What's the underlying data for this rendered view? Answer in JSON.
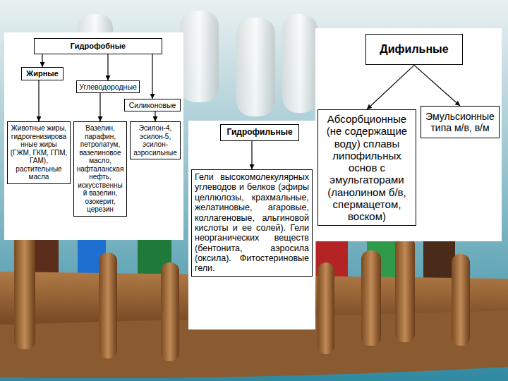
{
  "diagram": {
    "nodes": [
      {
        "text": [
          "Гидрофобные"
        ]
      },
      {
        "text": [
          "Жирные"
        ]
      },
      {
        "text": [
          "Углеводородные"
        ]
      },
      {
        "text": [
          "Силиконовые"
        ]
      },
      {
        "text": [
          "Животные жиры, гидрогенизированные жиры (ГЖМ, ГКМ, ГПМ, ГАМ), растительные масла"
        ]
      },
      {
        "text": [
          "Вазелин, парафин, петролатум, вазелиновое масло, нафталанская нефть, искусственный вазелин, озокерит, церезин"
        ]
      },
      {
        "text": [
          "Эсилон-4, эсилон-5, эсилон-аэросильные"
        ]
      },
      {
        "text": [
          "Гидрофильные"
        ]
      },
      {
        "text": [
          "Гели высокомолекулярных углеводов и белков (эфиры целлюлозы, крахмальные, желатиновые, агаровые, коллагеновые, альгиновой кислоты и ее солей). Гели неорганических веществ (бентонита, аэросила (оксила). Фитостериновые гели."
        ]
      },
      {
        "text": [
          "Дифильные"
        ]
      },
      {
        "text": [
          "Абсорбционные (не содержащие воду) сплавы липофильных основ с эмульгаторами (ланолином б/в, спермацетом, воском)"
        ]
      },
      {
        "text": [
          "Эмульсионные типа м/в, в/м"
        ]
      }
    ],
    "edges": [
      {
        "from": 0,
        "to": 1,
        "arrow": "to"
      },
      {
        "from": 0,
        "to": 2,
        "arrow": "to"
      },
      {
        "from": 0,
        "to": 3,
        "arrow": "to"
      },
      {
        "from": 1,
        "to": 4,
        "arrow": "to"
      },
      {
        "from": 2,
        "to": 5,
        "arrow": "to"
      },
      {
        "from": 3,
        "to": 6,
        "arrow": "to"
      },
      {
        "from": 7,
        "to": 8,
        "arrow": "to"
      },
      {
        "from": 9,
        "to": 10,
        "arrow": "to"
      },
      {
        "from": 9,
        "to": 11,
        "arrow": "to"
      }
    ]
  }
}
